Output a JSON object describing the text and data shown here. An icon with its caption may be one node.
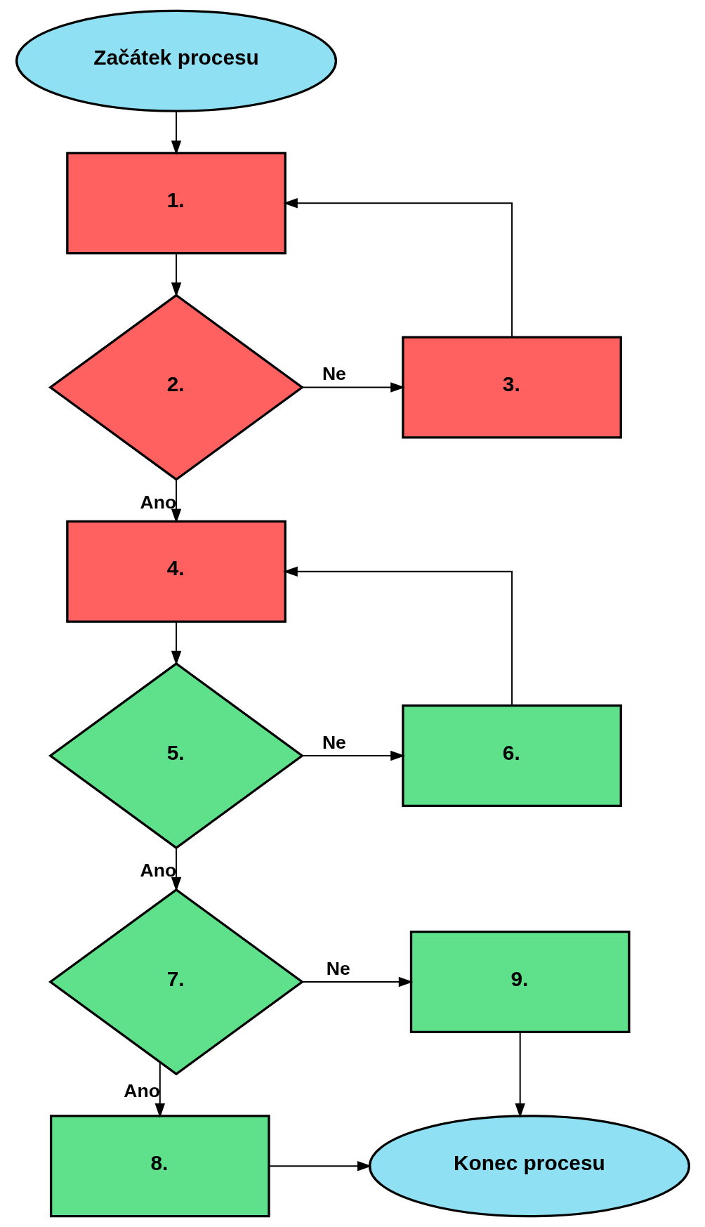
{
  "diagram": {
    "nodes": [
      {
        "text": [
          "Začátek procesu"
        ]
      },
      {
        "text": [
          "1."
        ]
      },
      {
        "text": [
          "2."
        ]
      },
      {
        "text": [
          "3."
        ]
      },
      {
        "text": [
          "4."
        ]
      },
      {
        "text": [
          "5."
        ]
      },
      {
        "text": [
          "6."
        ]
      },
      {
        "text": [
          "7."
        ]
      },
      {
        "text": [
          "9."
        ]
      },
      {
        "text": [
          "8."
        ]
      },
      {
        "text": [
          "Konec procesu"
        ]
      }
    ],
    "edges": [
      {
        "from": 0,
        "to": 1,
        "arrow": "to"
      },
      {
        "from": 1,
        "to": 2,
        "arrow": "to"
      },
      {
        "from": 2,
        "to": 3,
        "arrow": "to",
        "label": "Ne"
      },
      {
        "from": 3,
        "to": 1,
        "arrow": "to"
      },
      {
        "from": 2,
        "to": 4,
        "arrow": "to",
        "label": "Ano"
      },
      {
        "from": 4,
        "to": 5,
        "arrow": "to"
      },
      {
        "from": 5,
        "to": 6,
        "arrow": "to",
        "label": "Ne"
      },
      {
        "from": 6,
        "to": 4,
        "arrow": "to"
      },
      {
        "from": 5,
        "to": 7,
        "arrow": "to",
        "label": "Ano"
      },
      {
        "from": 7,
        "to": 8,
        "arrow": "to",
        "label": "Ne"
      },
      {
        "from": 7,
        "to": 9,
        "arrow": "to",
        "label": "Ano"
      },
      {
        "from": 9,
        "to": 10,
        "arrow": "to"
      },
      {
        "from": 8,
        "to": 10,
        "arrow": "to"
      }
    ]
  }
}
